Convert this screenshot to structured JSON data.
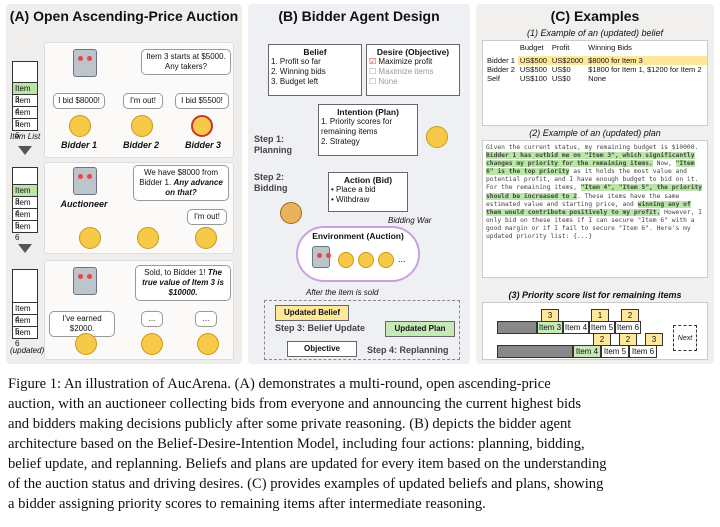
{
  "panelA": {
    "title": "(A) Open Ascending-Price Auction",
    "item_list_label": "Item List",
    "updated_label": "(updated)",
    "round1": {
      "stack": [
        "Item 3",
        "Item 4",
        "Item 5",
        "Item 6"
      ],
      "auctioneer_msg": "Item 3 starts at $5000. Any takers?",
      "bids": [
        "I bid $8000!",
        "I'm out!",
        "I bid $5500!"
      ],
      "bidders": [
        "Bidder 1",
        "Bidder 2",
        "Bidder 3"
      ]
    },
    "round2": {
      "stack": [
        "Item 3",
        "Item 4",
        "Item 5",
        "Item 6"
      ],
      "auctioneer_label": "Auctioneer",
      "msg_plain": "We have $8000 from Bidder 1.",
      "msg_italic": "Any advance on that?",
      "reply": "I'm out!"
    },
    "round3": {
      "stack": [
        "Item 4",
        "Item 5",
        "Item 6"
      ],
      "msg_plain": "Sold, to Bidder 1!",
      "msg_italic": "The true value of Item 3 is $10000.",
      "replies": [
        "I've earned $2000.",
        "...",
        "..."
      ]
    }
  },
  "panelB": {
    "title": "(B) Bidder Agent Design",
    "belief_title": "Belief",
    "belief_items": [
      "1. Profit so far",
      "2. Winning bids",
      "3. Budget left"
    ],
    "desire_title": "Desire (Objective)",
    "desire_items": [
      "Maximize profit",
      "Maximize items",
      "None"
    ],
    "intention_title": "Intention (Plan)",
    "intention_items": [
      "1. Priority scores for remaining items",
      "2. Strategy"
    ],
    "step1": "Step 1: Planning",
    "step2": "Step 2: Bidding",
    "action_title": "Action (Bid)",
    "action_items": [
      "Place a bid",
      "Withdraw"
    ],
    "bidding_war": "Bidding War",
    "env_title": "Environment (Auction)",
    "env_dots": "...",
    "after_sold": "After the item is sold",
    "updated_belief": "Updated Belief",
    "step3": "Step 3: Belief Update",
    "updated_plan": "Updated Plan",
    "objective": "Objective",
    "step4": "Step 4: Replanning"
  },
  "panelC": {
    "title": "(C) Examples",
    "sub1": "(1) Example of an (updated) belief",
    "belief_headers": [
      "Budget",
      "Profit",
      "Winning Bids"
    ],
    "belief_rows": [
      [
        "Bidder 1",
        "US$500",
        "US$2000",
        "$8000 for Item 3"
      ],
      [
        "Bidder 2",
        "US$500",
        "US$0",
        "$1800 for Item 1, $1200 for Item 2"
      ],
      [
        "Self",
        "US$100",
        "US$0",
        "None"
      ]
    ],
    "sub2": "(2) Example of an (updated) plan",
    "plan_segments": [
      {
        "t": "Given the current status, my remaining budget is $10000. ",
        "h": false
      },
      {
        "t": "Bidder 1 has outbid me on \"Item 3\", which significantly changes my priority for the remaining items.",
        "h": true
      },
      {
        "t": " Now, ",
        "h": false
      },
      {
        "t": "\"Item 6\" is the top priority",
        "h": true
      },
      {
        "t": " as it holds the most value and potential profit, and I have enough budget to bid on it.",
        "h": false
      },
      {
        "t": " For the remaining items, ",
        "h": false
      },
      {
        "t": "\"Item 4\", \"Item 5\", the priority should be increased to 2",
        "h": true
      },
      {
        "t": ". These items have the same estimated value and starting price, and ",
        "h": false
      },
      {
        "t": "winning any of them would contribute positively to my profit.",
        "h": true
      },
      {
        "t": " However, I only bid on these items if I can secure \"Item 6\" with a good margin or if I fail to secure \"Item 6\".",
        "h": false
      },
      {
        "t": " Here's my updated priority list: {...}",
        "h": false
      }
    ],
    "sub3": "(3) Priority score list for remaining items",
    "row1_scores": [
      "3",
      "1",
      "2"
    ],
    "row1_items": [
      "Item 3",
      "Item 4",
      "Item 5",
      "Item 6"
    ],
    "row2_scores": [
      "2",
      "2",
      "3"
    ],
    "row2_items": [
      "Item 4",
      "Item 5",
      "Item 6"
    ],
    "next_label": "Next"
  },
  "caption": {
    "lines": [
      "Figure 1: An illustration of AucArena. (A) demonstrates a multi-round, open ascending-price",
      "auction, with an auctioneer collecting bids from everyone and announcing the current highest bids",
      "and bidders making decisions publicly after some private reasoning. (B) depicts the bidder agent",
      "architecture based on the Belief-Desire-Intention Model, including four actions: planning, bidding,",
      "belief update, and replanning. Beliefs and plans are updated for every item based on the understanding",
      "of the auction status and driving desires. (C) provides examples of updated beliefs and plans, showing",
      "a bidder assigning priority scores to remaining items after intermediate reasoning."
    ]
  },
  "colors": {
    "green": "#b9e6a6",
    "yellow": "#ffe89a",
    "panel": "#f0eeec"
  }
}
